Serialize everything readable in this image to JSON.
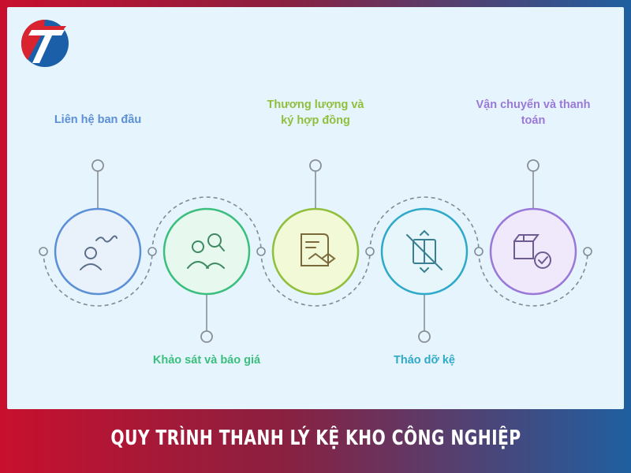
{
  "logo": {
    "icon": "t-logo-icon",
    "colors": {
      "red": "#d9232e",
      "blue": "#1a5fa8"
    }
  },
  "steps": [
    {
      "label": "Liên hệ ban đầu",
      "icon": "person-contact-icon",
      "color": "#5b8fd6"
    },
    {
      "label": "Khảo sát và báo giá",
      "icon": "people-search-icon",
      "color": "#3bbf7e"
    },
    {
      "label": "Thương lượng và ký hợp đồng",
      "icon": "contract-handshake-icon",
      "color": "#8fbf3c"
    },
    {
      "label": "Tháo dỡ kệ",
      "icon": "shelf-disassembly-icon",
      "color": "#2fa9c9"
    },
    {
      "label": "Vận chuyển và thanh toán",
      "icon": "box-check-icon",
      "color": "#9a78d8"
    }
  ],
  "banner": {
    "title": "QUY TRÌNH THANH LÝ KỆ KHO CÔNG NGHIỆP"
  },
  "colors": {
    "panel_bg": "#e6f4fd",
    "connector": "#7f8c99",
    "banner_left": "#c8102e",
    "banner_right": "#1f5fa0"
  }
}
